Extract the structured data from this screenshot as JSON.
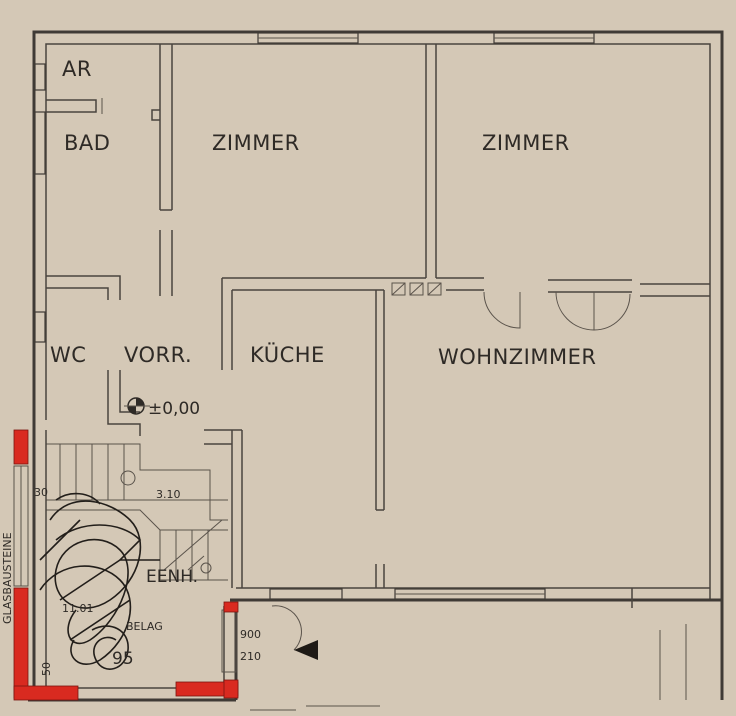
{
  "rooms": {
    "ar": "AR",
    "bad": "BAD",
    "zimmer_1": "ZIMMER",
    "zimmer_2": "ZIMMER",
    "wc": "WC",
    "vorr": "VORR.",
    "kueche": "KÜCHE",
    "wohnzimmer": "WOHNZIMMER",
    "eingang": "EENH."
  },
  "annotations": {
    "level": "±0,00",
    "stair_dim": "3.10",
    "dim_30": "30",
    "dim_50": "50",
    "door_width": "900",
    "door_height": "210",
    "side_label": "GLASBAUSTEINE",
    "scribbled_text_1": "11.01",
    "scribbled_text_2": "BELAG",
    "scribbled_text_3": "95"
  },
  "colors": {
    "paper": "#d4c8b6",
    "ink": "#3f3a35",
    "highlight": "#d92a20"
  }
}
